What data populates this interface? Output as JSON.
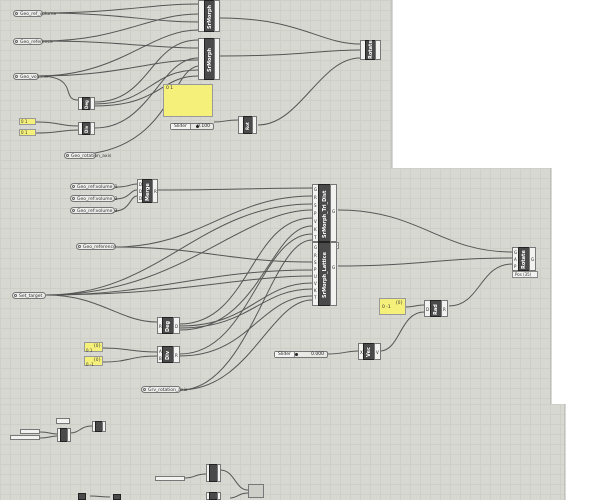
{
  "inputs": {
    "ws_top_a": "Geo_ref_volume",
    "ws_top_b": "Geo_reference",
    "ws_top_c": "Geo_volume",
    "ws_top_d": "Geo_rotation_axis",
    "vol1": "Geo_ref:volume_1",
    "vol2": "Geo_ref:volume_2",
    "vol3": "Geo_ref:volume_3",
    "geo_reference": "Geo_reference",
    "set_target": "Set_target",
    "rotation_axis": "Grv_rotation_axis"
  },
  "components": {
    "merge": {
      "title": "Merge",
      "ports_in": [
        "D",
        "D",
        "D"
      ],
      "ports_out": [
        "R"
      ]
    },
    "sr_top": {
      "title": "SrMorph_Tri_Dist",
      "ports_in": [
        "G",
        "R",
        "S",
        "P",
        "V",
        "K",
        "T"
      ],
      "ports_out": [
        "G"
      ],
      "footer": "SZTool (19)"
    },
    "sr_bot": {
      "title": "SrMorph_Lattice",
      "ports_in": [
        "G",
        "R",
        "S",
        "P",
        "U",
        "V",
        "K",
        "T"
      ],
      "ports_out": [
        "G"
      ]
    },
    "rotate": {
      "title": "Rotate",
      "ports_in": [
        "G",
        "A",
        "P"
      ],
      "ports_out": [
        "G"
      ],
      "footer": "Pos (35)"
    },
    "deg": {
      "title": "Deg",
      "ports_in": [
        "R"
      ],
      "ports_out": [
        "D"
      ]
    },
    "div": {
      "title": "Div",
      "ports_in": [
        "A",
        "B"
      ],
      "ports_out": [
        "R"
      ]
    },
    "rad": {
      "title": "Rad",
      "ports_in": [
        "D"
      ],
      "ports_out": [
        "R"
      ]
    },
    "vec": {
      "title": "Vec",
      "ports_in": [
        "X"
      ],
      "ports_out": [
        "V"
      ]
    },
    "top_a": {
      "title": "SrMorph"
    },
    "top_b": {
      "title": "SrMorph"
    },
    "top_rot": {
      "title": "Rotate"
    },
    "top_left1": {
      "title": "Deg"
    },
    "top_left2": {
      "title": "Div"
    },
    "top_right": {
      "title": "Rot"
    }
  },
  "panels": {
    "mid_num": {
      "header": "{0}",
      "value": "0  -1"
    },
    "mid_a": {
      "header": "{0}",
      "value": "0  1"
    },
    "mid_b": {
      "header": "{0}",
      "value": "0  -1"
    },
    "top_big": {
      "value": "0  1"
    },
    "top_small_a": {
      "value": "0  1"
    },
    "top_small_b": {
      "value": "0  1"
    }
  },
  "sliders": {
    "mid": {
      "label": "Slider",
      "value": "0.000"
    },
    "top": {
      "label": "Slider",
      "value": "0.100"
    }
  }
}
